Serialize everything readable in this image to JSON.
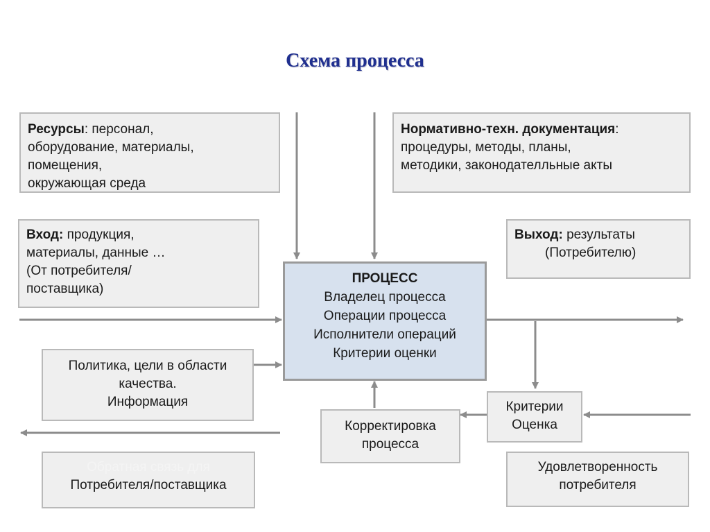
{
  "title": "Схема процесса",
  "resources": {
    "label": "Ресурсы",
    "rest": ": персонал,",
    "lines": [
      "оборудование, материалы,",
      "помещения,",
      "окружающая среда"
    ]
  },
  "normative": {
    "label": "Нормативно-техн. документация",
    "rest": ":",
    "lines": [
      "процедуры, методы, планы,",
      "методики, законодателльные акты"
    ]
  },
  "input": {
    "label": "Вход:",
    "rest": " продукция,",
    "lines": [
      "материалы, данные …",
      "(От потребителя/",
      "поставщика)"
    ]
  },
  "output": {
    "label": "Выход:",
    "rest": " результаты",
    "line2": "(Потребителю)"
  },
  "process": {
    "title": "ПРОЦЕСС",
    "lines": [
      "Владелец процесса",
      "Операции процесса",
      "Исполнители операций",
      "Критерии оценки"
    ]
  },
  "policy": {
    "lines": [
      "Политика, цели в области",
      "качества.",
      "Информация"
    ]
  },
  "correction": {
    "lines": [
      "Корректировка",
      "процесса"
    ]
  },
  "criteria": {
    "lines": [
      "Критерии",
      "Оценка"
    ]
  },
  "feedback": {
    "lines": [
      "Обратная связь для",
      "Потребителя/поставщика"
    ]
  },
  "satisfaction": {
    "lines": [
      "Удовлетворенность",
      "потребителя"
    ]
  },
  "colors": {
    "title": "#1f2f8f",
    "box_fill": "#efefef",
    "process_fill": "#d7e1ee",
    "arrow": "#8c8c8c"
  }
}
